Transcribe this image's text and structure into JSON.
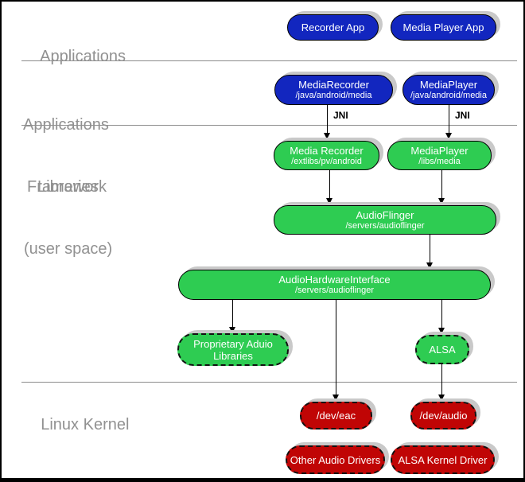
{
  "sections": {
    "applications": {
      "label": "Applications"
    },
    "framework": {
      "line1": "Applications",
      "line2": "Framework"
    },
    "libraries": {
      "line1": "Libraries",
      "line2": "(user space)"
    },
    "kernel": {
      "label": "Linux Kernel"
    }
  },
  "nodes": {
    "recorder_app": {
      "title": "Recorder App"
    },
    "media_player_app": {
      "title": "Media Player App"
    },
    "media_recorder_fw": {
      "title": "MediaRecorder",
      "subtitle": "/java/android/media"
    },
    "media_player_fw": {
      "title": "MediaPlayer",
      "subtitle": "/java/android/media"
    },
    "media_recorder_lib": {
      "title": "Media Recorder",
      "subtitle": "/extlibs/pv/android"
    },
    "media_player_lib": {
      "title": "MediaPlayer",
      "subtitle": "/libs/media"
    },
    "audio_flinger": {
      "title": "AudioFlinger",
      "subtitle": "/servers/audioflinger"
    },
    "audio_hw_interface": {
      "title": "AudioHardwareInterface",
      "subtitle": "/servers/audioflinger"
    },
    "proprietary_libs": {
      "title": "Proprietary Aduio Libraries"
    },
    "alsa": {
      "title": "ALSA"
    },
    "dev_eac": {
      "title": "/dev/eac"
    },
    "dev_audio": {
      "title": "/dev/audio"
    },
    "other_audio_drivers": {
      "title": "Other Audio Drivers"
    },
    "alsa_kernel_driver": {
      "title": "ALSA Kernel Driver"
    }
  },
  "edge_labels": {
    "jni_left": "JNI",
    "jni_right": "JNI"
  },
  "colors": {
    "app_blue": "#1226bf",
    "lib_green": "#2ecc52",
    "kernel_red": "#c00505",
    "shadow_gray": "#c9c9c9",
    "section_text_gray": "#919191",
    "separator_gray": "#8c8c8c"
  }
}
